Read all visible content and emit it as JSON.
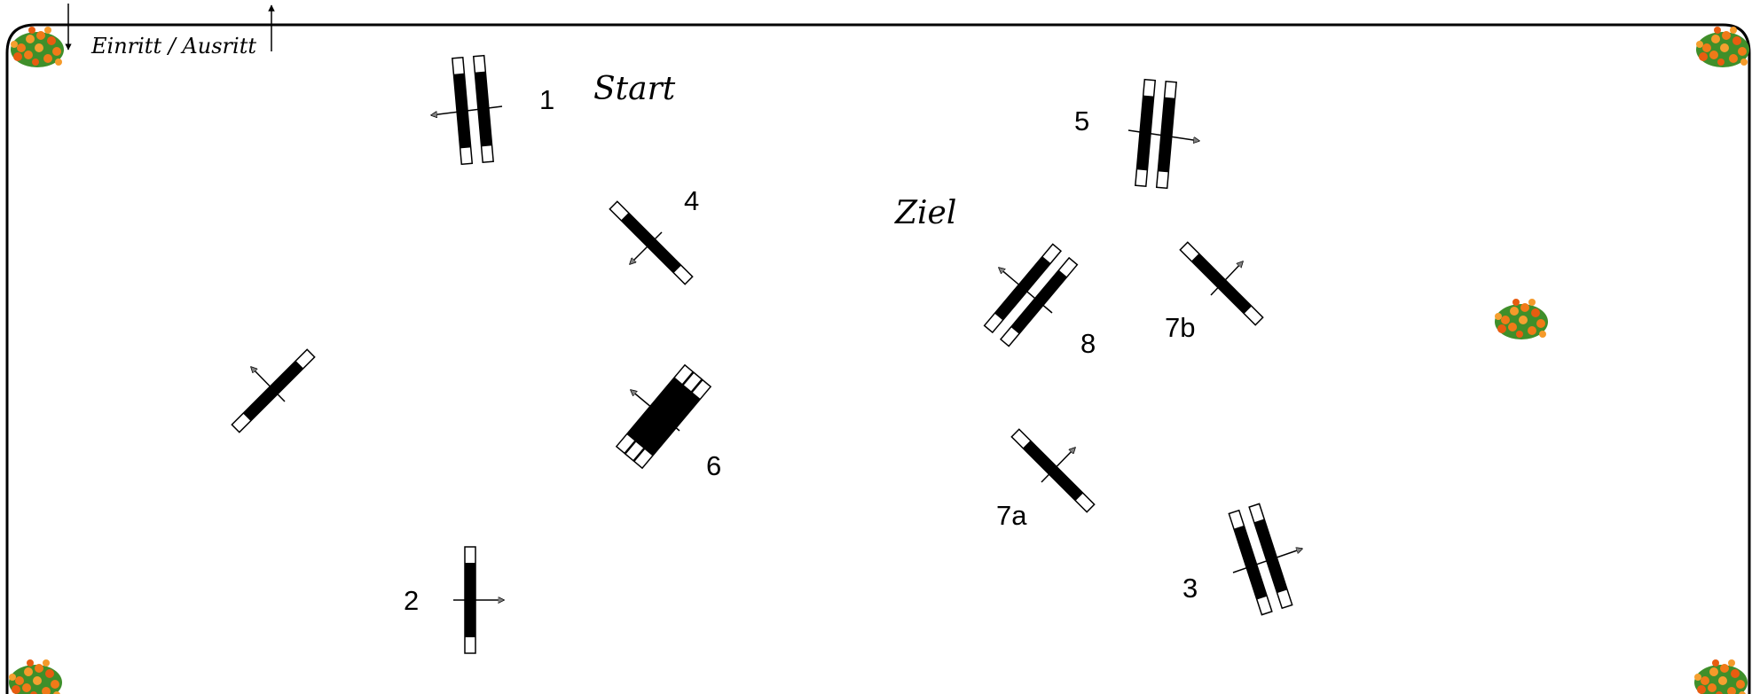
{
  "arena": {
    "entrance_label": "Einritt / Ausritt",
    "start_label": "Start",
    "finish_label": "Ziel"
  },
  "obstacles": [
    {
      "number": "1",
      "kind": "oxer"
    },
    {
      "number": "2",
      "kind": "vertical"
    },
    {
      "number": "3",
      "kind": "oxer"
    },
    {
      "number": "4",
      "kind": "vertical"
    },
    {
      "number": "5",
      "kind": "oxer"
    },
    {
      "number": "6",
      "kind": "triple-bar"
    },
    {
      "number": "7a",
      "kind": "vertical"
    },
    {
      "number": "7b",
      "kind": "vertical"
    },
    {
      "number": "8",
      "kind": "oxer"
    },
    {
      "number": "",
      "kind": "vertical"
    }
  ],
  "decorations": [
    "flower-bed",
    "flower-bed",
    "flower-bed",
    "flower-bed",
    "flower-bed"
  ],
  "colors": {
    "pole_dark": "#000000",
    "pole_light": "#ffffff",
    "arrow_fill": "#808080",
    "flower_orange": "#f07a18",
    "flower_green": "#3f8f2a"
  }
}
